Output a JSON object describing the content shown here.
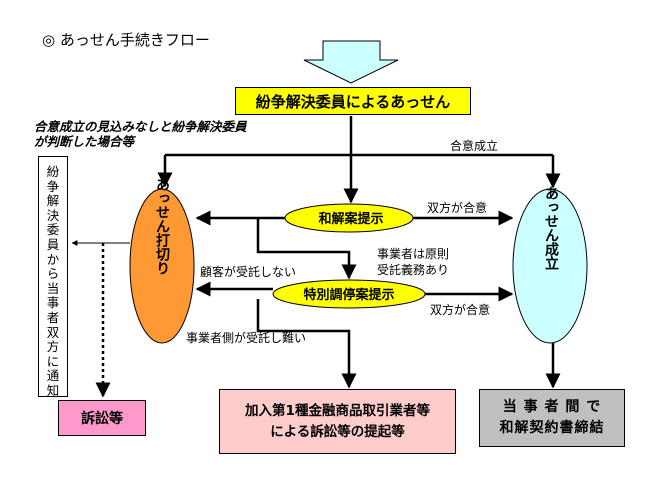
{
  "title": "◎ あっせん手続きフロー",
  "nodes": {
    "main": "紛争解決委員によるあっせん",
    "wakai": "和解案提示",
    "tokubetsu": "特別調停案提示",
    "uchikiri": "あっせん打切り",
    "seiritsu": "あっせん成立",
    "tsuchi": "紛争解決委員から当事者双方に通知",
    "sosho": "訴訟等",
    "kanyu_line1": "加入第1種金融商品取引業者等",
    "kanyu_line2": "による訴訟等の提起等",
    "toujisha_line1": "当 事 者 間 で",
    "toujisha_line2": "和解契約書締結"
  },
  "labels": {
    "note_line1": "合意成立の見込みなしと紛争解決委員",
    "note_line2": "が判断した場合等",
    "goi_seiritsu": "合意成立",
    "soho_goi_1": "双方が合意",
    "soho_goi_2": "双方が合意",
    "jigyosha_line1": "事業者は原則",
    "jigyosha_line2": "受託義務あり",
    "kokyaku": "顧客が受託しない",
    "jigyosha_gawa": "事業者側が受託し難い"
  },
  "colors": {
    "main_box": "#ffff00",
    "ellipse_fill": "#ffff00",
    "uchikiri_fill": "#ff9933",
    "seiritsu_fill": "#ccffff",
    "sosho_fill": "#ff99cc",
    "kanyu_fill": "#ffcccc",
    "toujisha_fill": "#c0c0c0",
    "arrow_fill": "#ccffff"
  }
}
